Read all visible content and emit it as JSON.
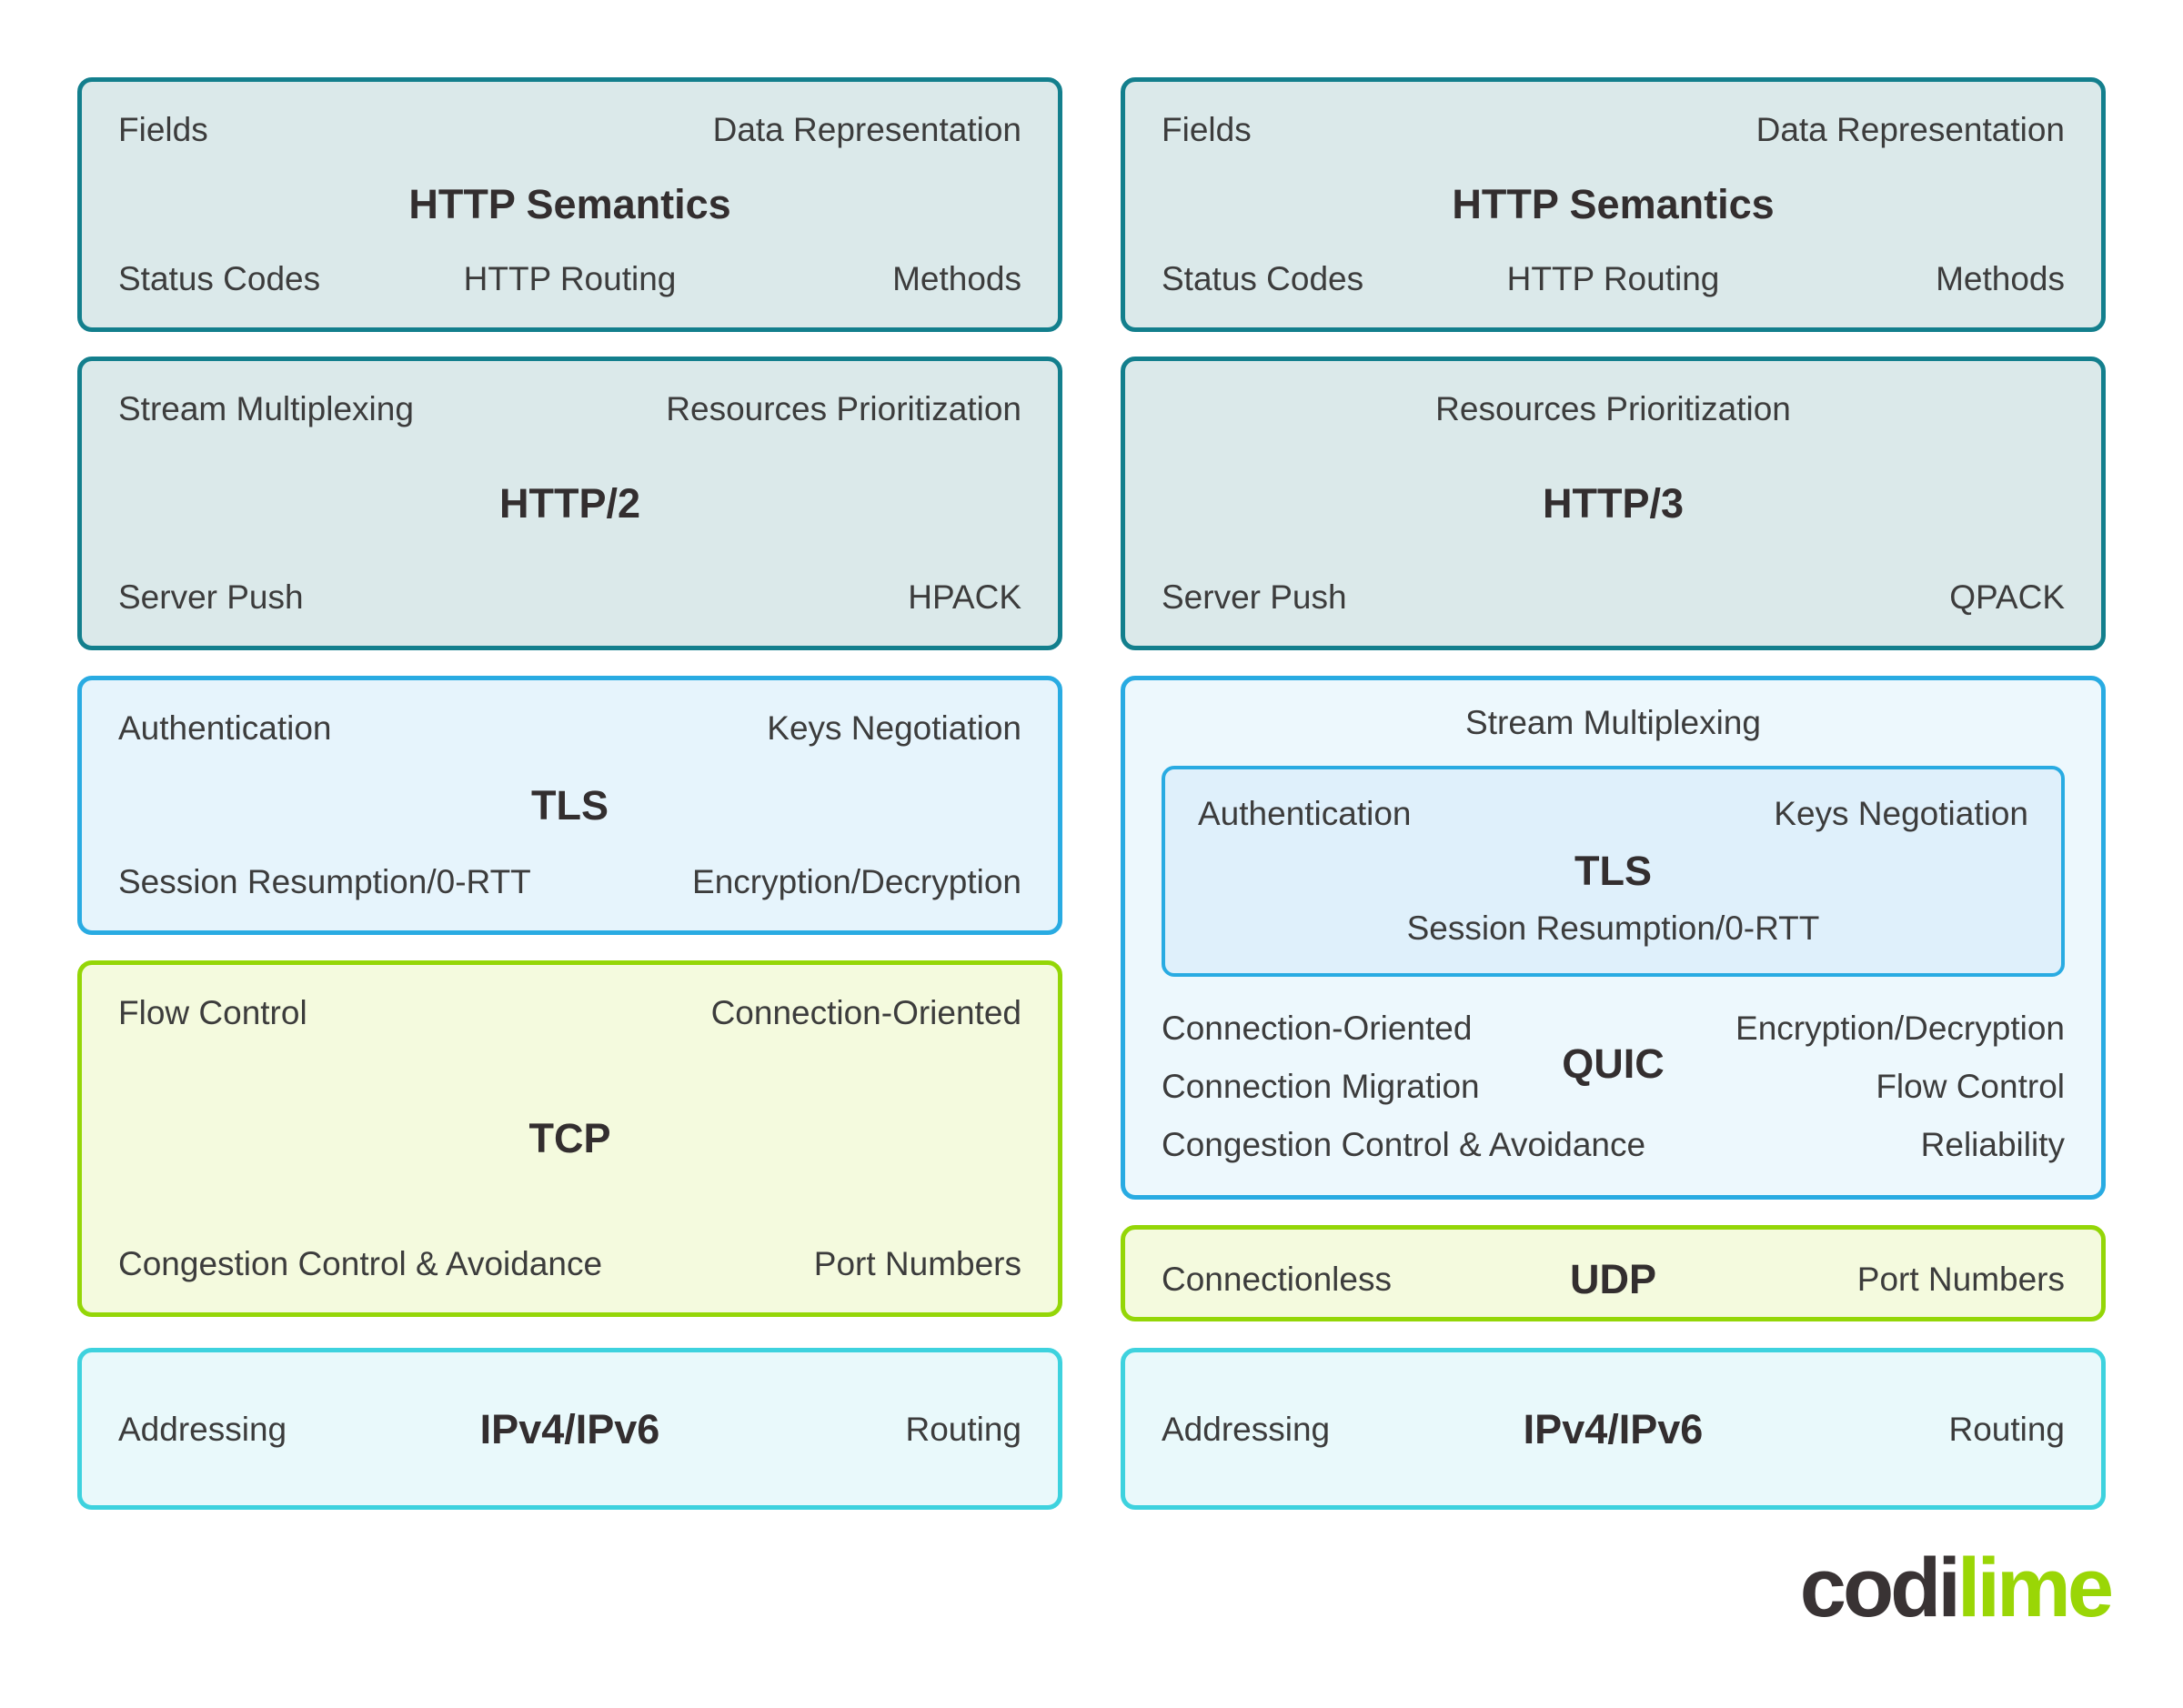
{
  "http_semantics": {
    "title": "HTTP Semantics",
    "top_left": "Fields",
    "top_right": "Data Representation",
    "bottom_left": "Status Codes",
    "bottom_center": "HTTP Routing",
    "bottom_right": "Methods"
  },
  "http2": {
    "title": "HTTP/2",
    "top_left": "Stream Multiplexing",
    "top_right": "Resources Prioritization",
    "bottom_left": "Server Push",
    "bottom_right": "HPACK"
  },
  "http3": {
    "title": "HTTP/3",
    "top_center": "Resources Prioritization",
    "bottom_left": "Server Push",
    "bottom_right": "QPACK"
  },
  "tls": {
    "title": "TLS",
    "top_left": "Authentication",
    "top_right": "Keys Negotiation",
    "bottom_left": "Session Resumption/0-RTT",
    "bottom_right": "Encryption/Decryption"
  },
  "tcp": {
    "title": "TCP",
    "top_left": "Flow Control",
    "top_right": "Connection-Oriented",
    "bottom_left": "Congestion Control & Avoidance",
    "bottom_right": "Port Numbers"
  },
  "quic": {
    "title": "QUIC",
    "top_center": "Stream Multiplexing",
    "tls_inner": {
      "title": "TLS",
      "top_left": "Authentication",
      "top_right": "Keys Negotiation",
      "bottom_center": "Session Resumption/0-RTT"
    },
    "rows": [
      {
        "left": "Connection-Oriented",
        "right": "Encryption/Decryption"
      },
      {
        "left": "Connection Migration",
        "right": "Flow Control"
      },
      {
        "left": "Congestion Control & Avoidance",
        "right": "Reliability"
      }
    ]
  },
  "udp": {
    "title": "UDP",
    "left": "Connectionless",
    "right": "Port Numbers"
  },
  "ip": {
    "title": "IPv4/IPv6",
    "left": "Addressing",
    "right": "Routing"
  },
  "logo": {
    "dark": "codi",
    "accent": "lime"
  },
  "colors": {
    "teal_border": "#137f8d",
    "teal_fill": "#dbe9ea",
    "blue_border": "#29abe2",
    "blue_fill": "#e6f4fc",
    "quic_fill": "#edf8fd",
    "nested_tls_fill": "#dff0fb",
    "lime_border": "#94d607",
    "lime_fill": "#f4fade",
    "cyan_border": "#3ed2de",
    "cyan_fill": "#e9f9fb",
    "text": "#3c3c3c",
    "logo_dark": "#393334",
    "logo_lime": "#9ad606"
  }
}
